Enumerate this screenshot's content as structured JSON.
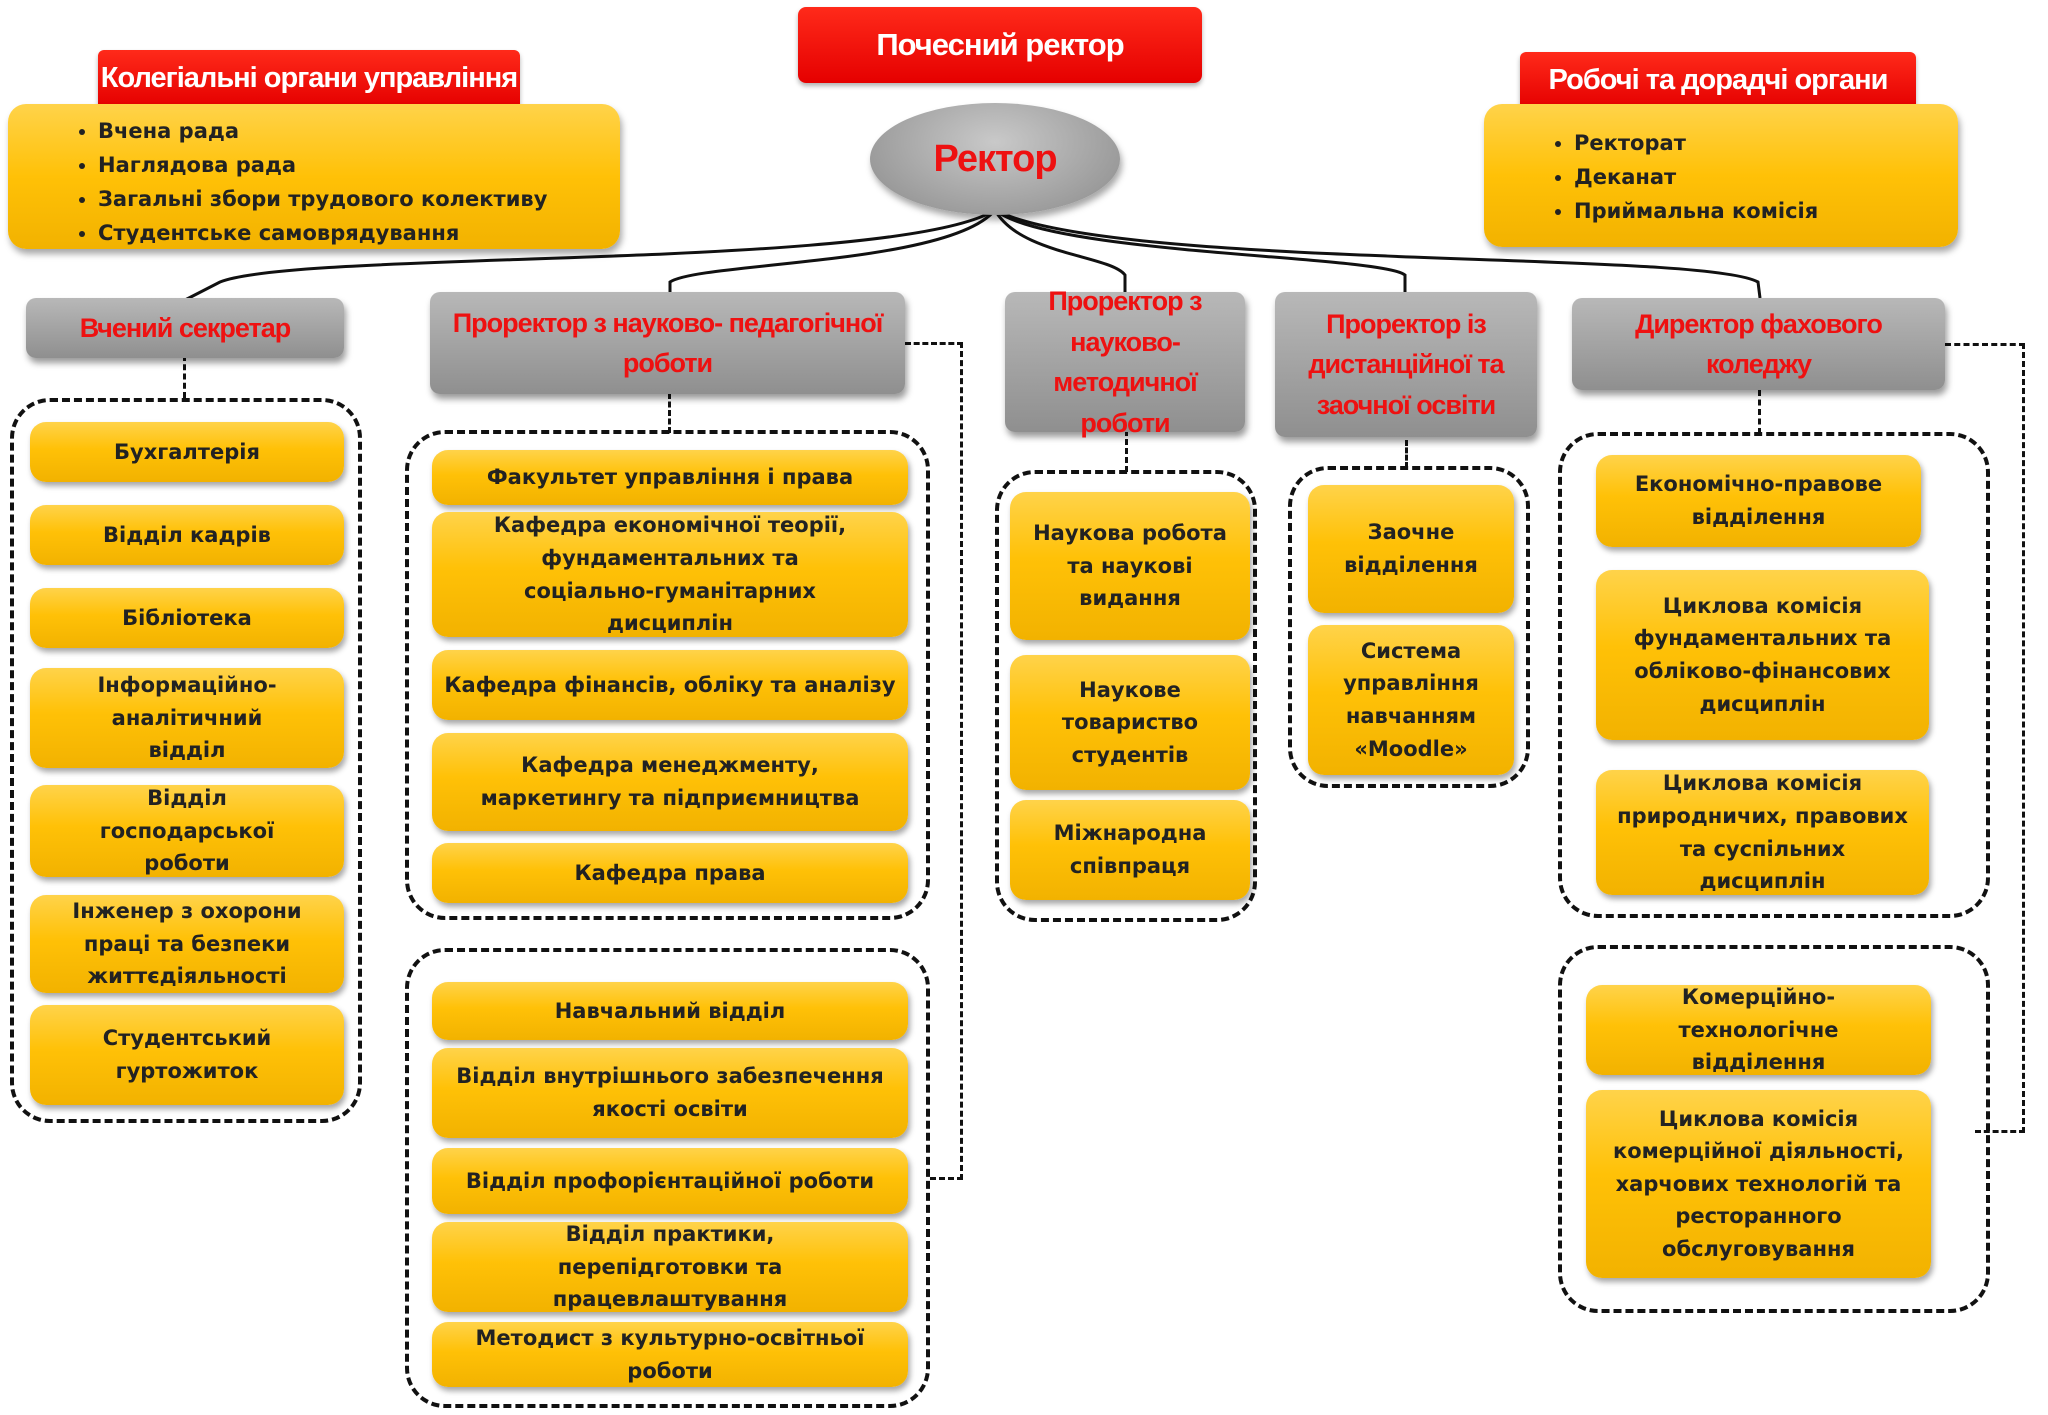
{
  "honorary_rector": "Почесний ректор",
  "rector": "Ректор",
  "collegial": {
    "title": "Колегіальні органи управління",
    "items": [
      "Вчена рада",
      "Наглядова рада",
      "Загальні збори трудового колективу",
      "Студентське самоврядування"
    ]
  },
  "working": {
    "title": "Робочі та дорадчі органи",
    "items": [
      "Ректорат",
      "Деканат",
      "Приймальна комісія"
    ]
  },
  "secretary": {
    "title": "Вчений секретар",
    "units": [
      "Бухгалтерія",
      "Відділ кадрів",
      "Бібліотека",
      "Інформаційно-аналітичний відділ",
      "Відділ господарської роботи",
      "Інженер з охорони праці та безпеки життєдіяльності",
      "Студентський гуртожиток"
    ]
  },
  "vice_ped": {
    "title": "Проректор з науково- педагогічної роботи",
    "group1": [
      "Факультет управління і права",
      "Кафедра економічної теорії, фундаментальних та соціально-гуманітарних дисциплін",
      "Кафедра фінансів, обліку та аналізу",
      "Кафедра менеджменту, маркетингу та підприємництва",
      "Кафедра права"
    ],
    "group2": [
      "Навчальний відділ",
      "Відділ внутрішнього забезпечення якості освіти",
      "Відділ профорієнтаційної роботи",
      "Відділ практики, перепідготовки та працевлаштування",
      "Методист з культурно-освітньої роботи"
    ]
  },
  "vice_method": {
    "title": "Проректор з науково-методичної роботи",
    "units": [
      "Наукова робота та наукові видання",
      "Наукове товариство студентів",
      "Міжнародна співпраця"
    ]
  },
  "vice_distance": {
    "title": "Проректор із дистанційної та заочної освіти",
    "units": [
      "Заочне відділення",
      "Система управління навчанням «Moodle»"
    ]
  },
  "college": {
    "title": "Директор фахового коледжу",
    "group1": [
      "Економічно-правове відділення",
      "Циклова комісія фундаментальних та обліково-фінансових дисциплін",
      "Циклова комісія природничих, правових та суспільних дисциплін"
    ],
    "group2": [
      "Комерційно-технологічне відділення",
      "Циклова комісія комерційної діяльності, харчових технологій та ресторанного обслуговування"
    ]
  },
  "colors": {
    "red": "#e50000",
    "yellow": "#ffc107",
    "gray": "#a6a6a6"
  }
}
